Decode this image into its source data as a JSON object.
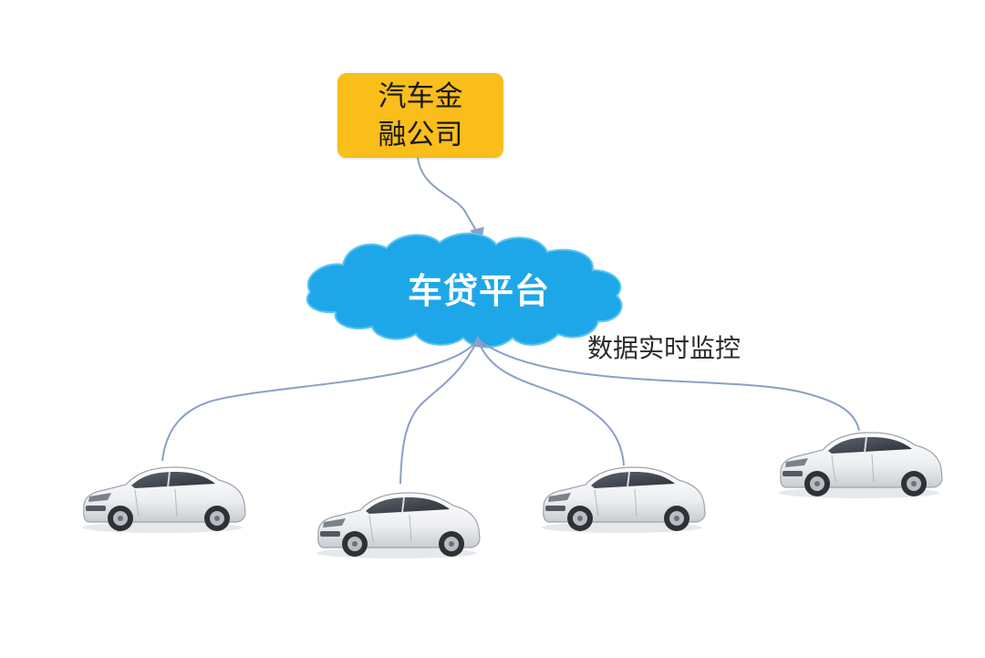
{
  "nodes": {
    "company": {
      "label": "汽车金融公司",
      "color": "#f9be1a"
    },
    "platform": {
      "label": "车贷平台",
      "color": "#1ea7e8"
    }
  },
  "edges": {
    "monitor_label": "数据实时监控",
    "line_color": "#8aa0c6"
  },
  "cars": [
    {
      "icon": "car-icon"
    },
    {
      "icon": "car-icon"
    },
    {
      "icon": "car-icon"
    },
    {
      "icon": "car-icon"
    }
  ]
}
